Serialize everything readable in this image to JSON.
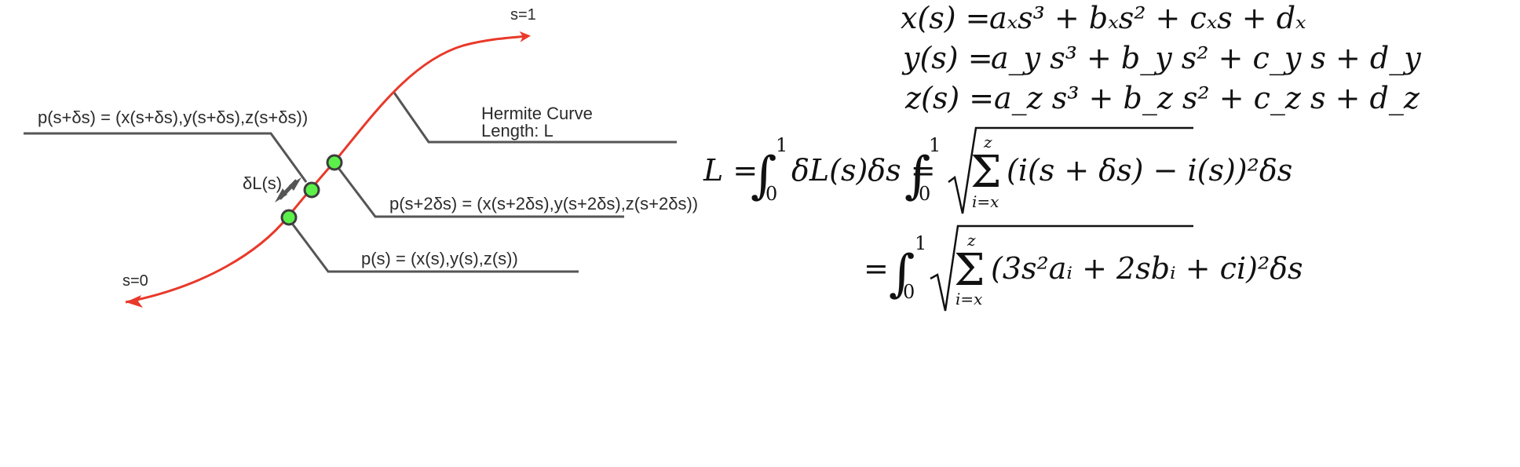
{
  "labels": {
    "s_start": "s=0",
    "s_end": "s=1",
    "p_s_delta": "p(s+δs) = (x(s+δs),y(s+δs),z(s+δs))",
    "p_s_2delta": "p(s+2δs) = (x(s+2δs),y(s+2δs),z(s+2δs))",
    "p_s": "p(s) = (x(s),y(s),z(s))",
    "curve_title": "Hermite Curve",
    "curve_length": "Length: L",
    "delta_L": "δL(s)"
  },
  "equations": {
    "x_lhs": "x(s) =",
    "x_rhs": "aₓs³ + bₓs² + cₓs + dₓ",
    "y_lhs": "y(s) =",
    "y_rhs": "a_y s³ + b_y s² + c_y s + d_y",
    "z_lhs": "z(s) =",
    "z_rhs": "a_z s³ + b_z s² + c_z s + d_z",
    "L_lhs": "L =",
    "integral": "∫",
    "lower": "0",
    "upper": "1",
    "L_mid": "δL(s)δs =",
    "sum": "Σ",
    "sum_upper": "z",
    "sum_lower": "i=x",
    "L_term": "(i(s + δs) − i(s))²δs",
    "eq2_lhs": "=",
    "eq2_term": "(3s²aᵢ + 2sbᵢ + ci)²δs"
  },
  "colors": {
    "curve": "#e8392a",
    "point": "#5cf14a",
    "leader": "#555555"
  }
}
